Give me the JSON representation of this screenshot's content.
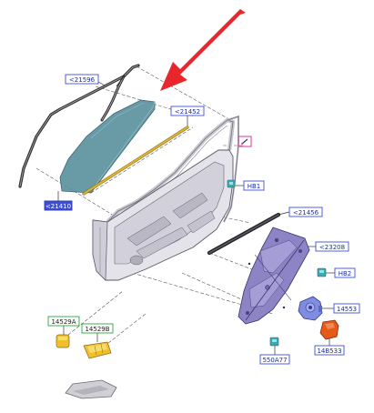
{
  "labels": {
    "l21596": "<21596",
    "l21410": "<21410",
    "l21452": "<21452",
    "lHB1": "HB1",
    "l21456": "<21456",
    "l23208": "<23208",
    "lHB2": "HB2",
    "l14553": "14553",
    "l14B533": "14B533",
    "l550A77": "550A77",
    "l14529A": "14529A",
    "l14529B": "14529B"
  },
  "colors": {
    "arrow": "#e8262b",
    "label_border": "#3e4fd8",
    "label_fill_blue": "#3d4fe0",
    "label_border_green": "#27a83a",
    "glass": "#5d93a0",
    "seal_yellow": "#d9b236",
    "regulator": "#8c84c4",
    "motor": "#7f8ce0",
    "module_orange": "#e35a1a",
    "connector_teal": "#3aa9b0",
    "connector_magenta": "#d43aa0"
  }
}
